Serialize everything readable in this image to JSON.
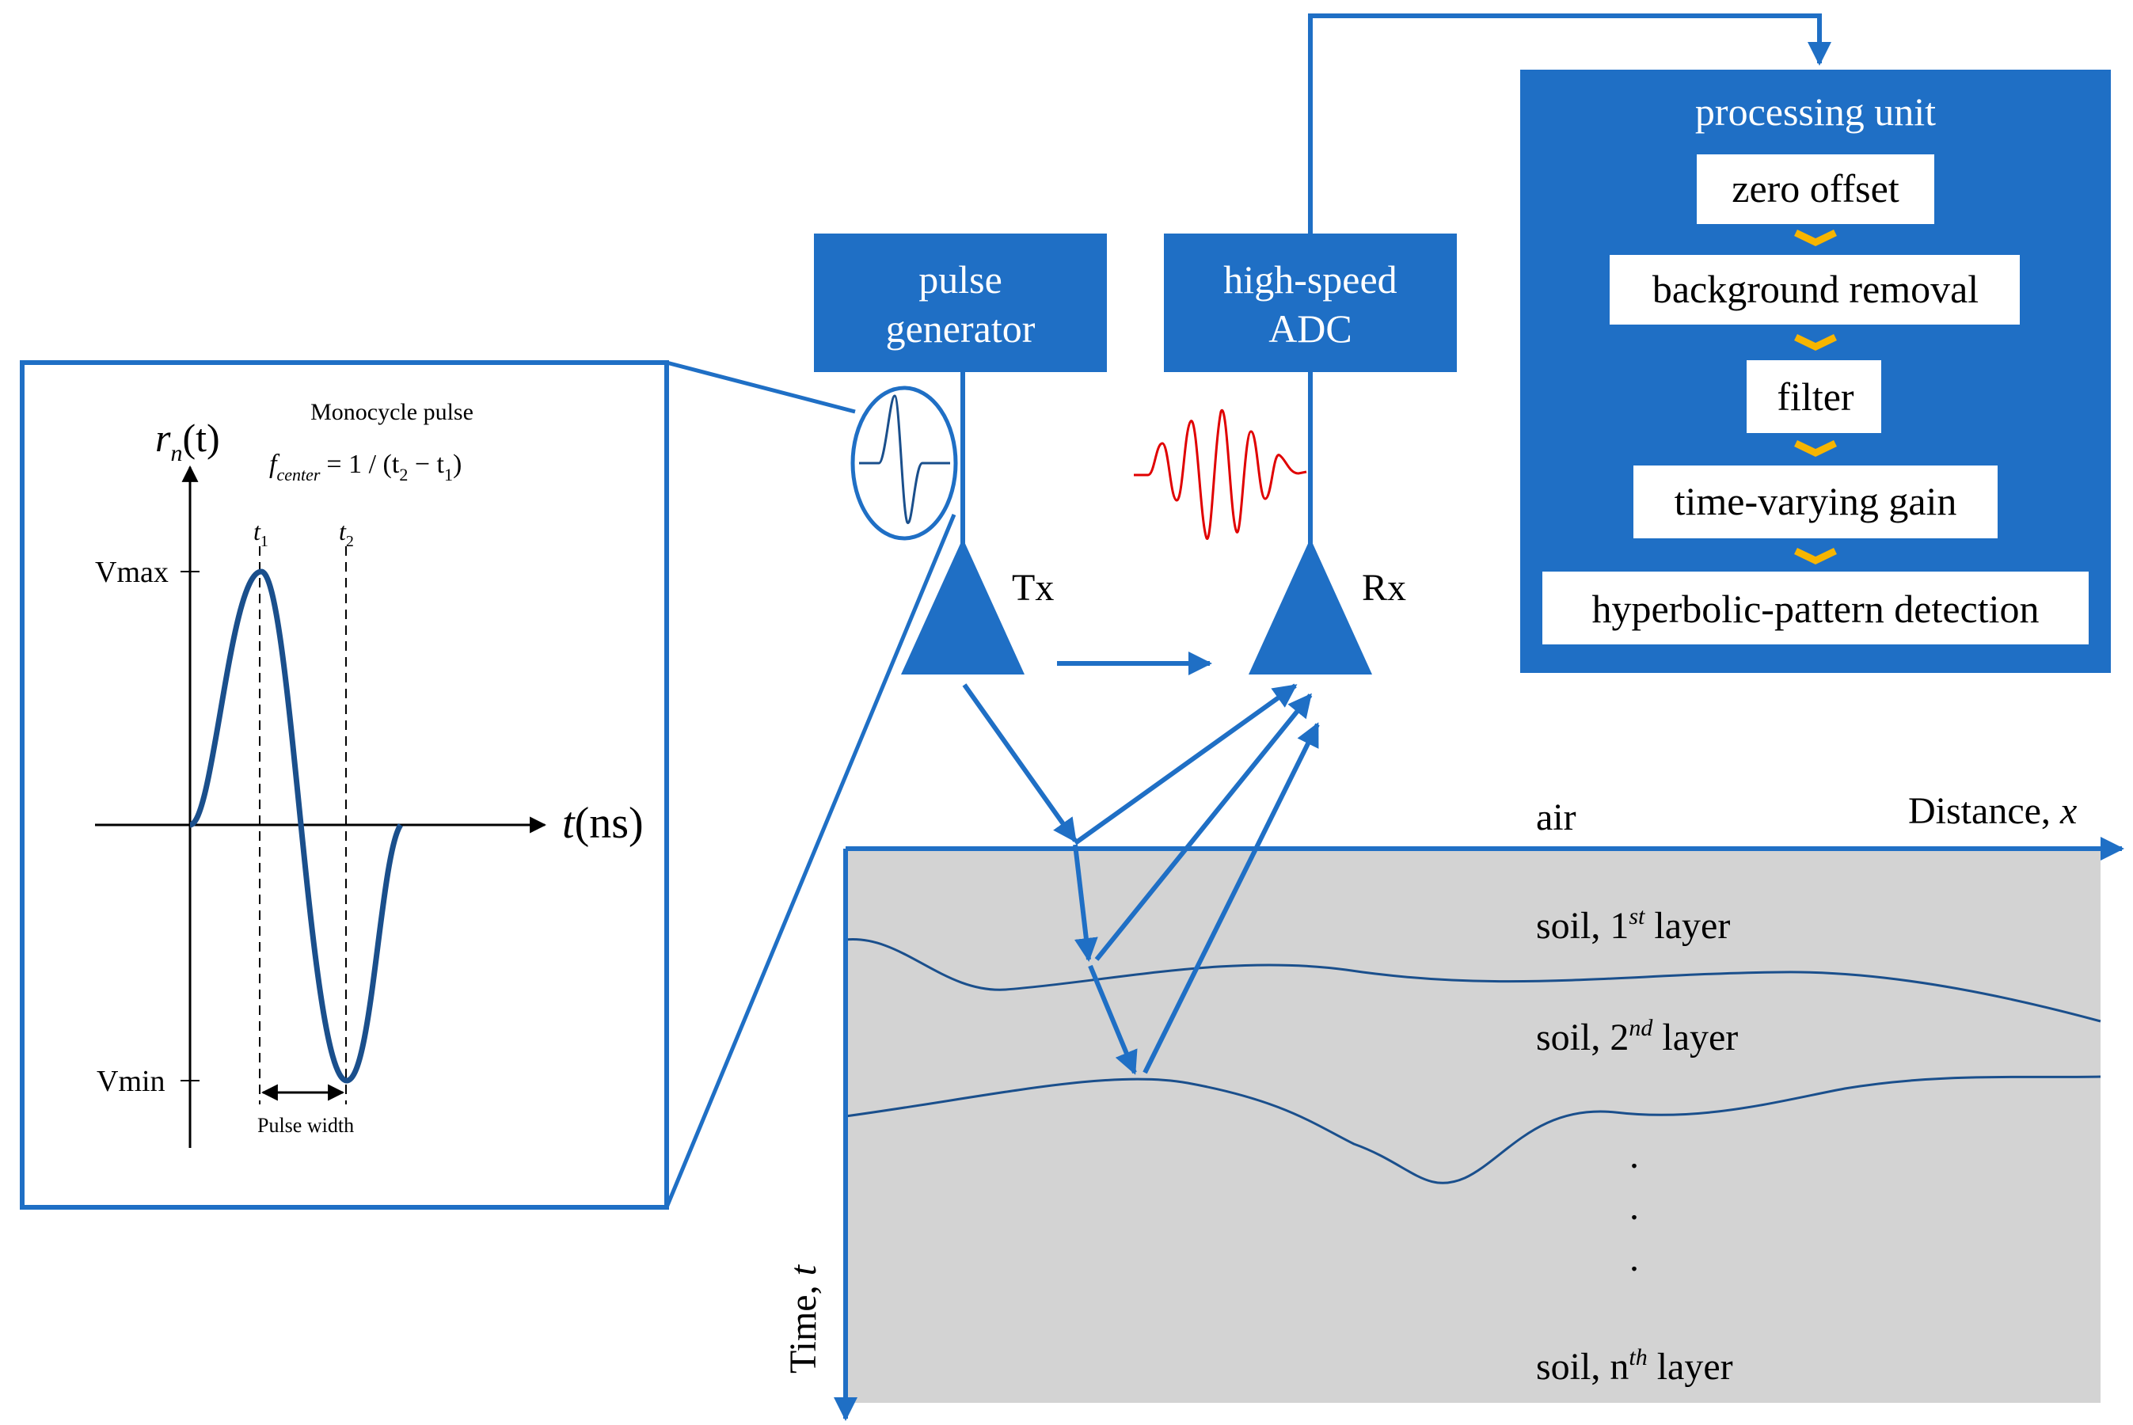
{
  "colors": {
    "blue": "#1f6fc5",
    "dark_blue": "#1a4f8c",
    "soil": "#d3d3d3",
    "chevron": "#f7b500",
    "echo": "#e00000"
  },
  "blocks": {
    "pulse_gen": [
      "pulse",
      "generator"
    ],
    "adc": [
      "high-speed",
      "ADC"
    ]
  },
  "processing": {
    "title": "processing unit",
    "steps": [
      "zero offset",
      "background removal",
      "filter",
      "time-varying  gain",
      "hyperbolic-pattern detection"
    ]
  },
  "antennas": {
    "tx": "Tx",
    "rx": "Rx"
  },
  "pulse_plot": {
    "title": "Monocycle pulse",
    "ylabel_r": "r",
    "ylabel_sub": "n",
    "ylabel_arg": "(t)",
    "xlabel_t": "t",
    "xlabel_unit": "(ns)",
    "formula_f": "f",
    "formula_sub": "center",
    "formula_rest": "= 1 / (t",
    "formula_s2": "2",
    "formula_minus": " − t",
    "formula_s1": "1",
    "formula_close": ")",
    "t1": "t",
    "t1_sub": "1",
    "t2": "t",
    "t2_sub": "2",
    "vmax": "Vmax",
    "vmin": "Vmin",
    "pulse_width": "Pulse width"
  },
  "ground": {
    "air": "air",
    "distance_axis": "Distance, ",
    "distance_var": "x",
    "time_axis": "Time, ",
    "time_var": "t",
    "layers": [
      {
        "pre": "soil, 1",
        "sup": "st",
        "post": " layer"
      },
      {
        "pre": "soil, 2",
        "sup": "nd",
        "post": " layer"
      },
      {
        "pre": "soil, n",
        "sup": "th",
        "post": " layer"
      }
    ],
    "dots": "."
  }
}
